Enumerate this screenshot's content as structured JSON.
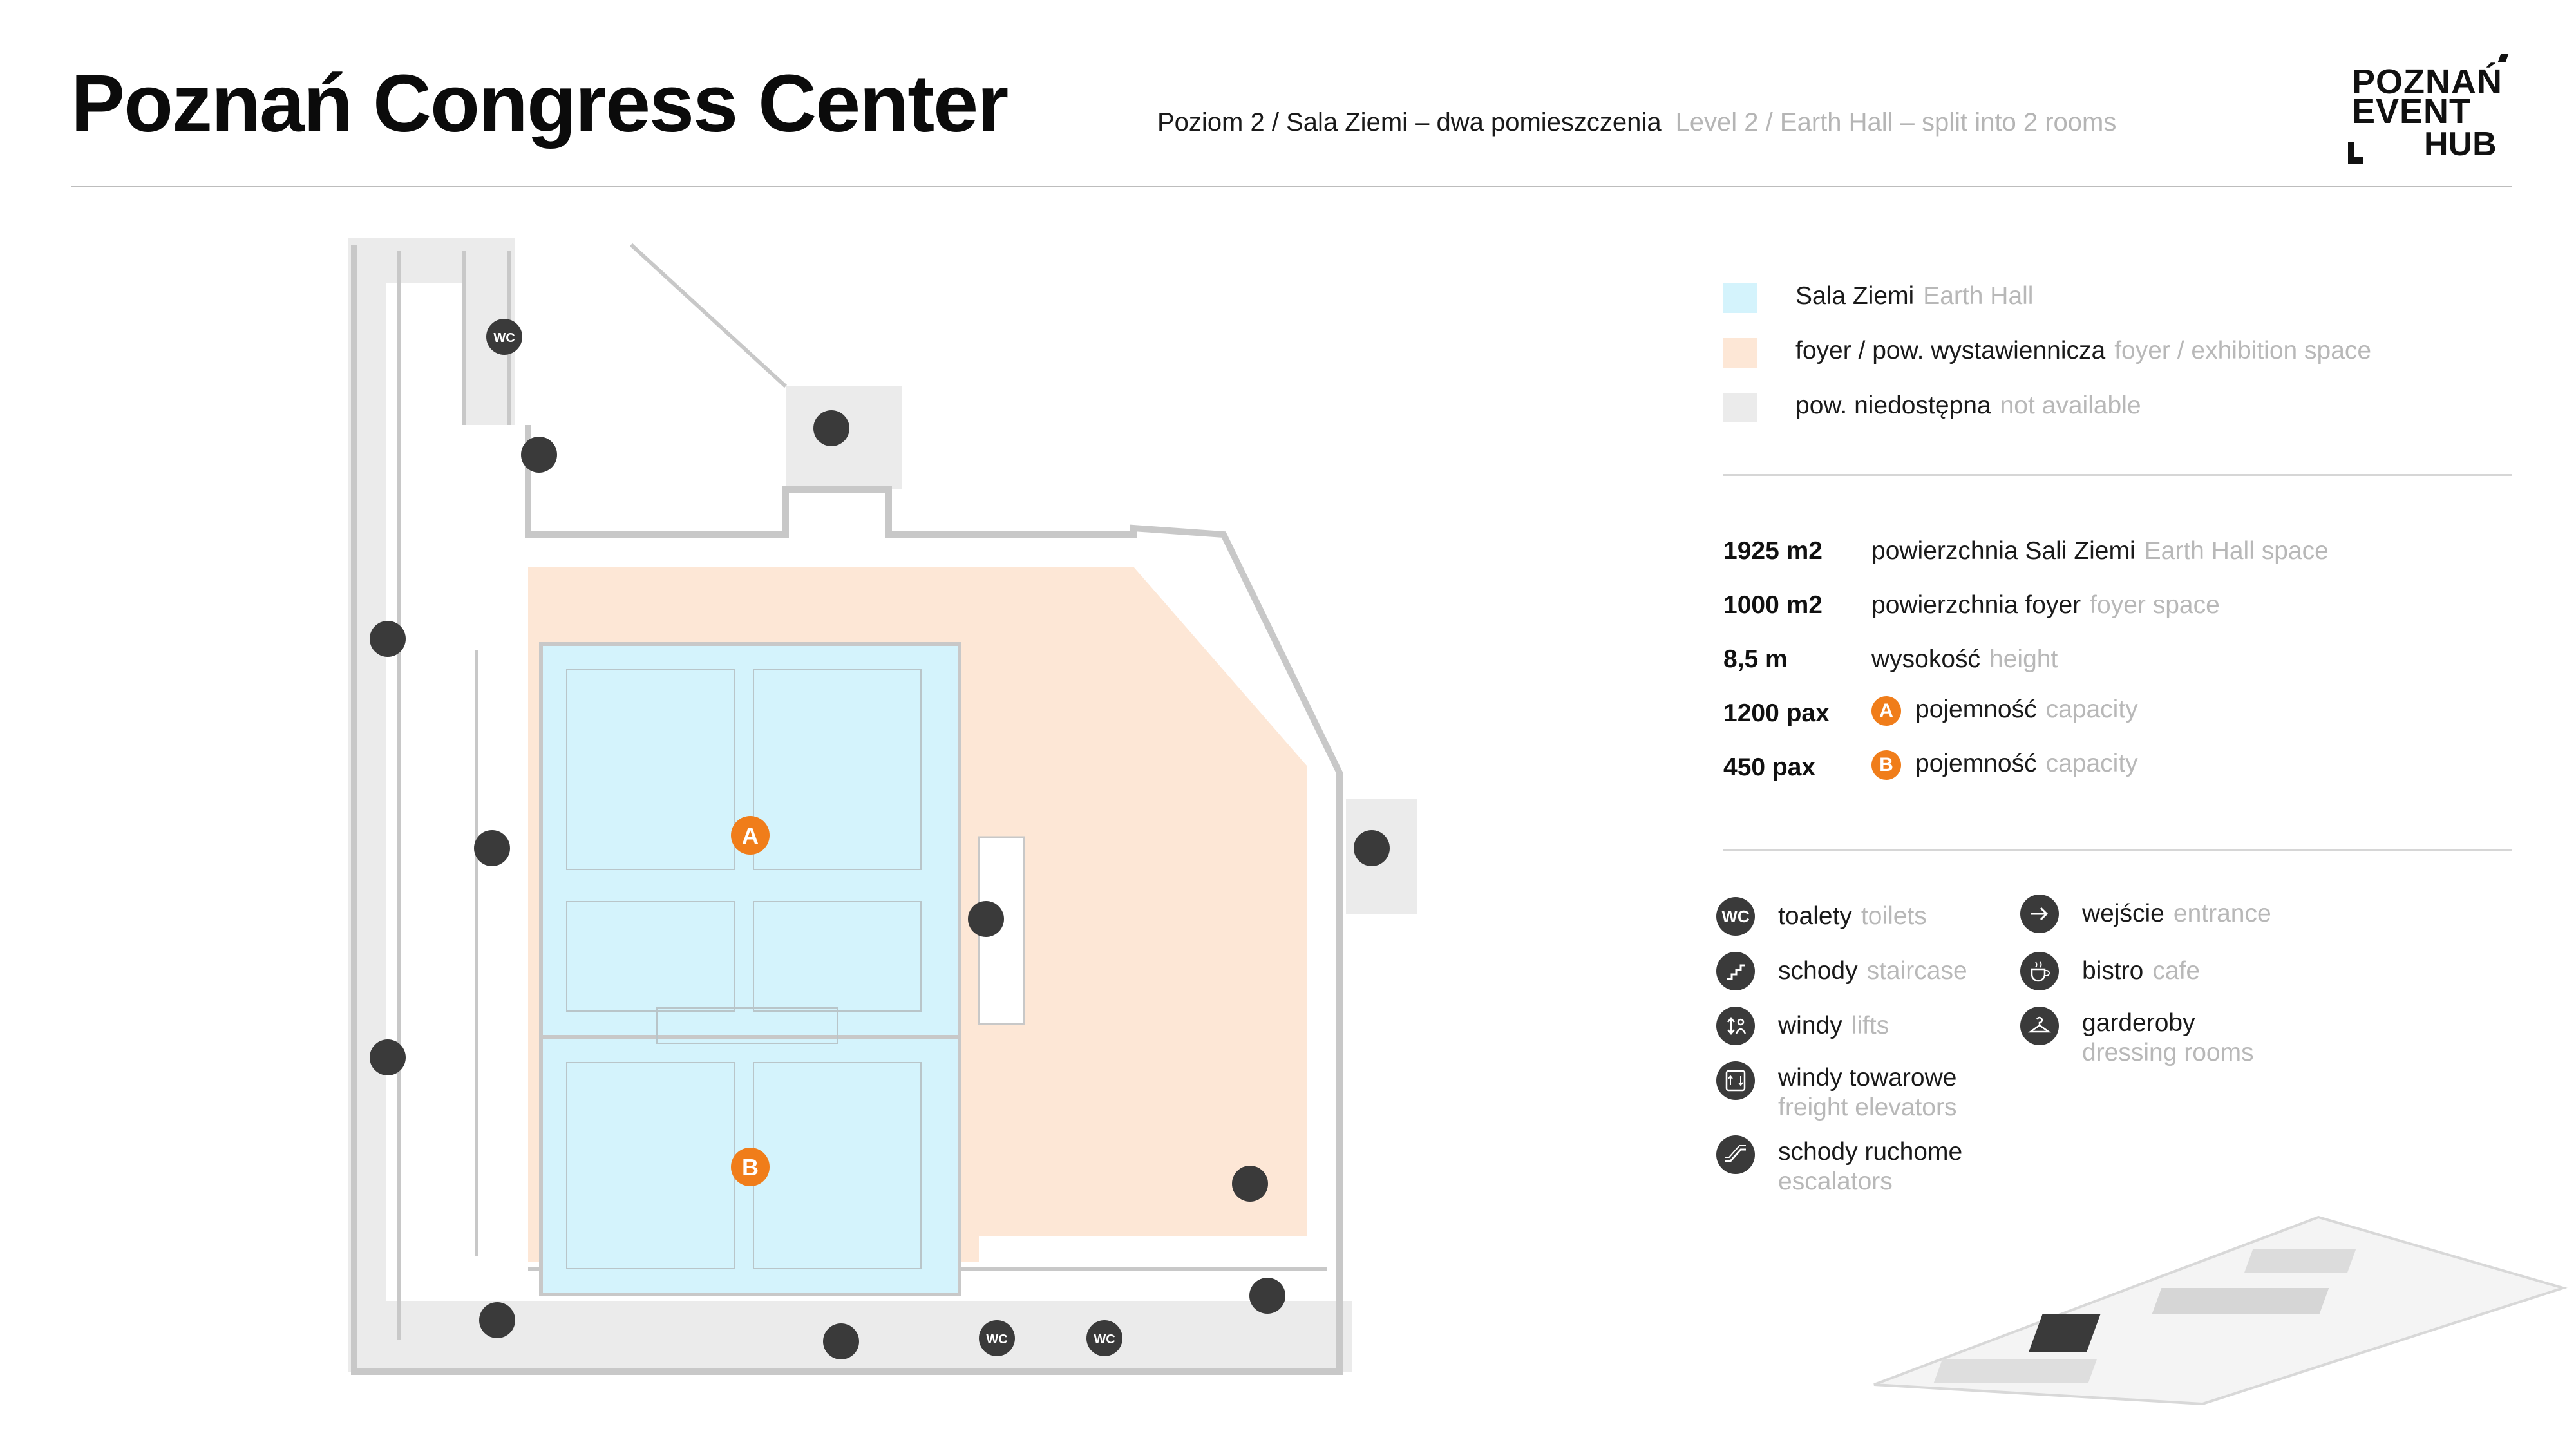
{
  "header": {
    "title": "Poznań Congress Center",
    "subtitle_pl": "Poziom 2 / Sala Ziemi – dwa pomieszczenia",
    "subtitle_en": "Level 2 / Earth Hall – split into 2 rooms",
    "logo_line1": "POZNAŃ",
    "logo_line2": "EVENT",
    "logo_line3": "HUB"
  },
  "legend_areas": [
    {
      "pl": "Sala Ziemi",
      "en": "Earth Hall",
      "color": "#d4f3fc"
    },
    {
      "pl": "foyer / pow. wystawiennicza",
      "en": "foyer / exhibition space",
      "color": "#fde7d6"
    },
    {
      "pl": "pow. niedostępna",
      "en": "not available",
      "color": "#ebebeb"
    }
  ],
  "stats": [
    {
      "value": "1925 m2",
      "pl": "powierzchnia Sali Ziemi",
      "en": "Earth Hall space"
    },
    {
      "value": "1000 m2",
      "pl": "powierzchnia foyer",
      "en": "foyer space"
    },
    {
      "value": "8,5 m",
      "pl": "wysokość",
      "en": "height"
    },
    {
      "value": "1200 pax",
      "badge": "A",
      "pl": "pojemność",
      "en": "capacity"
    },
    {
      "value": "450 pax",
      "badge": "B",
      "pl": "pojemność",
      "en": "capacity"
    }
  ],
  "icon_legend": {
    "toilets": {
      "glyph": "WC",
      "pl": "toalety",
      "en": "toilets"
    },
    "stairs": {
      "pl": "schody",
      "en": "staircase"
    },
    "lifts": {
      "pl": "windy",
      "en": "lifts"
    },
    "freight": {
      "pl": "windy towarowe",
      "en": "freight elevators"
    },
    "escalators": {
      "pl": "schody ruchome",
      "en": "escalators"
    },
    "entrance": {
      "pl": "wejście",
      "en": "entrance"
    },
    "cafe": {
      "pl": "bistro",
      "en": "cafe"
    },
    "dressing": {
      "pl": "garderoby",
      "en": "dressing rooms"
    }
  },
  "map": {
    "room_a_label": "A",
    "room_b_label": "B",
    "wc_label": "WC",
    "colors": {
      "hall": "#d4f3fc",
      "foyer": "#fde7d6",
      "unavailable": "#ebebeb",
      "walls": "#c8c8c8",
      "badge": "#f07d1a",
      "icon": "#3a3a3a"
    }
  }
}
